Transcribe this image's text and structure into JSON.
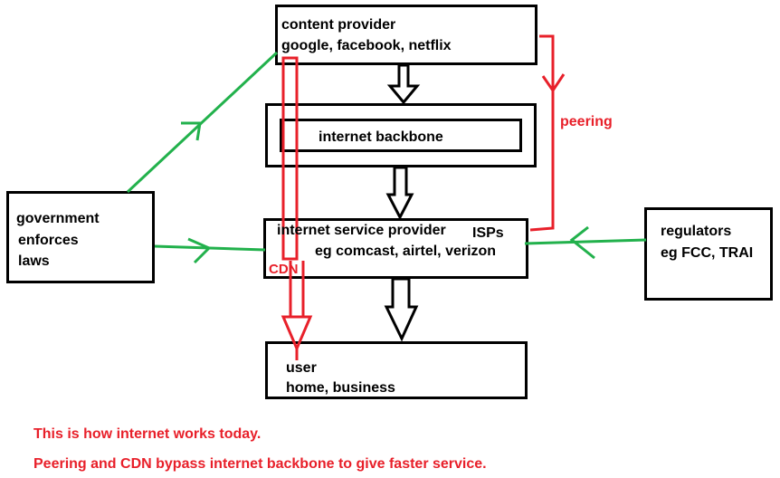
{
  "nodes": {
    "content_provider": {
      "title": "content provider",
      "subtitle": "google, facebook, netflix"
    },
    "backbone": {
      "title": "internet backbone"
    },
    "isp": {
      "title": "internet service provider",
      "subtitle": "eg comcast, airtel, verizon",
      "tag": "ISPs"
    },
    "user": {
      "title": "user",
      "subtitle": "home, business"
    },
    "government": {
      "line1": "government",
      "line2": "enforces",
      "line3": "laws"
    },
    "regulators": {
      "title": "regulators",
      "subtitle": "eg FCC, TRAI"
    }
  },
  "edges": {
    "peering": "peering",
    "cdn": "CDN"
  },
  "notes": {
    "line1": "This is how internet works today.",
    "line2": "Peering and CDN bypass internet backbone to give faster service."
  },
  "colors": {
    "red": "#e8202a",
    "green": "#22b14c",
    "black": "#000000"
  }
}
